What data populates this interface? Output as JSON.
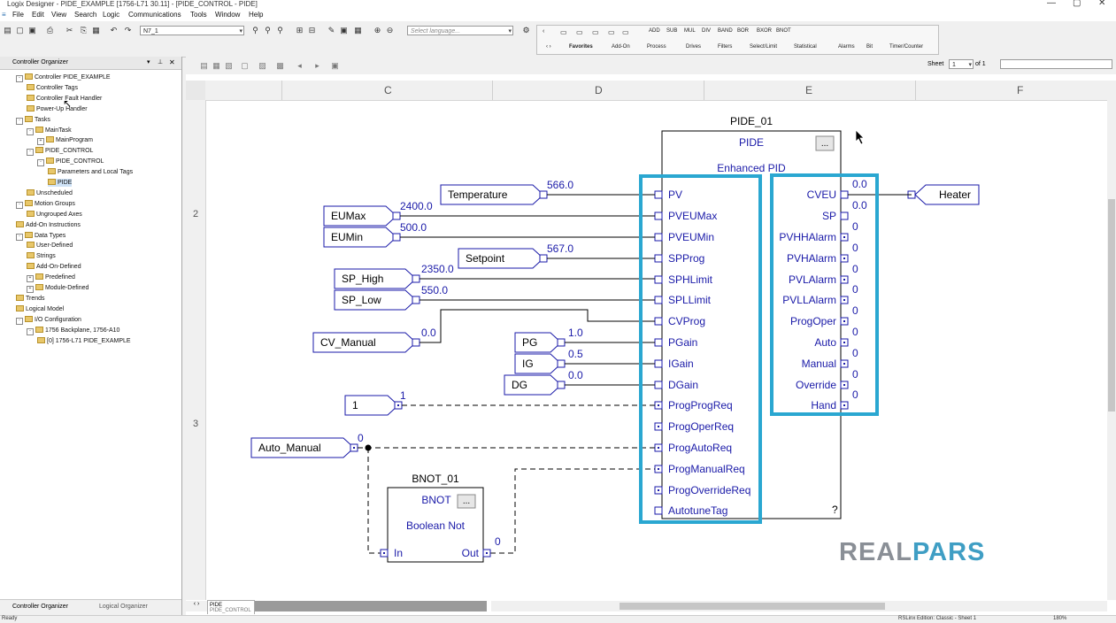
{
  "window": {
    "title": "Logix Designer - PIDE_EXAMPLE [1756-L71 30.11] - [PIDE_CONTROL - PIDE]",
    "controls": [
      "—",
      "▢",
      "✕"
    ]
  },
  "menu": [
    "File",
    "Edit",
    "View",
    "Search",
    "Logic",
    "Communications",
    "Tools",
    "Window",
    "Help"
  ],
  "toolbar": {
    "path_value": "N7_1",
    "language_placeholder": "Select language...",
    "instructions": [
      "ADD",
      "SUB",
      "MUL",
      "DIV",
      "BAND",
      "BOR",
      "BXOR",
      "BNOT"
    ],
    "tabs": [
      "Favorites",
      "Add-On",
      "Process",
      "Drives",
      "Filters",
      "Select/Limit",
      "Statistical",
      "Alarms",
      "Bit",
      "Timer/Counter"
    ]
  },
  "organizer": {
    "title": "Controller Organizer",
    "items": [
      {
        "label": "Controller PIDE_EXAMPLE",
        "level": 0,
        "pm": "-"
      },
      {
        "label": "Controller Tags",
        "level": 1
      },
      {
        "label": "Controller Fault Handler",
        "level": 1
      },
      {
        "label": "Power-Up Handler",
        "level": 1
      },
      {
        "label": "Tasks",
        "level": 0,
        "pm": "-"
      },
      {
        "label": "MainTask",
        "level": 1,
        "pm": "-"
      },
      {
        "label": "MainProgram",
        "level": 2,
        "pm": "+"
      },
      {
        "label": "PIDE_CONTROL",
        "level": 1,
        "pm": "-"
      },
      {
        "label": "PIDE_CONTROL",
        "level": 2,
        "pm": "-"
      },
      {
        "label": "Parameters and Local Tags",
        "level": 3
      },
      {
        "label": "PIDE",
        "level": 3,
        "selected": true
      },
      {
        "label": "Unscheduled",
        "level": 1
      },
      {
        "label": "Motion Groups",
        "level": 0,
        "pm": "-"
      },
      {
        "label": "Ungrouped Axes",
        "level": 1
      },
      {
        "label": "Add-On Instructions",
        "level": 0
      },
      {
        "label": "Data Types",
        "level": 0,
        "pm": "-"
      },
      {
        "label": "User-Defined",
        "level": 1
      },
      {
        "label": "Strings",
        "level": 1
      },
      {
        "label": "Add-On-Defined",
        "level": 1
      },
      {
        "label": "Predefined",
        "level": 1,
        "pm": "+"
      },
      {
        "label": "Module-Defined",
        "level": 1,
        "pm": "+"
      },
      {
        "label": "Trends",
        "level": 0
      },
      {
        "label": "Logical Model",
        "level": 0
      },
      {
        "label": "I/O Configuration",
        "level": 0,
        "pm": "-"
      },
      {
        "label": "1756 Backplane, 1756-A10",
        "level": 1,
        "pm": "-"
      },
      {
        "label": "[0] 1756-L71 PIDE_EXAMPLE",
        "level": 2
      }
    ],
    "bottom_tabs": [
      "Controller Organizer",
      "Logical Organizer"
    ]
  },
  "sheet": {
    "label": "Sheet",
    "value": "1",
    "of": "of 1"
  },
  "columns": [
    "C",
    "D",
    "E",
    "F"
  ],
  "rows": [
    "2",
    "3"
  ],
  "diagram": {
    "pide": {
      "name": "PIDE_01",
      "type": "PIDE",
      "desc": "Enhanced PID",
      "menu": "...",
      "qmark": "?",
      "inputs": [
        "PV",
        "PVEUMax",
        "PVEUMin",
        "SPProg",
        "SPHLimit",
        "SPLLimit",
        "CVProg",
        "PGain",
        "IGain",
        "DGain",
        "ProgProgReq",
        "ProgOperReq",
        "ProgAutoReq",
        "ProgManualReq",
        "ProgOverrideReq",
        "AutotuneTag"
      ],
      "outputs": [
        "CVEU",
        "SP",
        "PVHHAlarm",
        "PVHAlarm",
        "PVLAlarm",
        "PVLLAlarm",
        "ProgOper",
        "Auto",
        "Manual",
        "Override",
        "Hand"
      ],
      "output_values": [
        "0.0",
        "0.0",
        "0",
        "0",
        "0",
        "0",
        "0",
        "0",
        "0",
        "0",
        "0"
      ]
    },
    "input_tags": [
      {
        "tag": "Temperature",
        "value": "566.0"
      },
      {
        "tag": "EUMax",
        "value": "2400.0"
      },
      {
        "tag": "EUMin",
        "value": "500.0"
      },
      {
        "tag": "Setpoint",
        "value": "567.0"
      },
      {
        "tag": "SP_High",
        "value": "2350.0"
      },
      {
        "tag": "SP_Low",
        "value": "550.0"
      },
      {
        "tag": "CV_Manual",
        "value": "0.0"
      },
      {
        "tag": "PG",
        "value": "1.0"
      },
      {
        "tag": "IG",
        "value": "0.5"
      },
      {
        "tag": "DG",
        "value": "0.0"
      },
      {
        "tag": "1",
        "value": "1"
      },
      {
        "tag": "Auto_Manual",
        "value": "0"
      }
    ],
    "output_tag": {
      "tag": "Heater"
    },
    "bnot": {
      "name": "BNOT_01",
      "type": "BNOT",
      "desc": "Boolean Not",
      "menu": "...",
      "in": "In",
      "out": "Out",
      "out_value": "0"
    }
  },
  "routine_tab": {
    "name": "PIDE",
    "sub": "PIDE_CONTROL"
  },
  "status": {
    "left": "Ready",
    "right1": "RSLinx Edition: Classic - Sheet 1",
    "right2": "180%"
  },
  "watermark": {
    "part1": "REAL",
    "part2": "PARS"
  },
  "colors": {
    "accent": "#2aa7d1",
    "wire": "#000000",
    "text_blue": "#1a1aa8"
  }
}
